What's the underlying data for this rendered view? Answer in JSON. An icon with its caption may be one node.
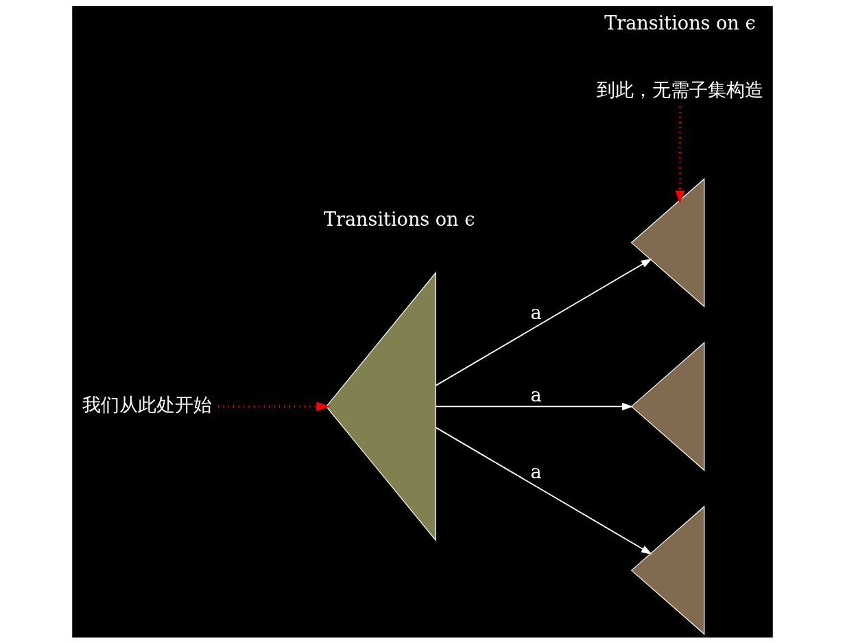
{
  "diagram": {
    "nodes": [
      {
        "text": [],
        "shape": "triangle"
      },
      {
        "text": [],
        "shape": "triangle"
      },
      {
        "text": [],
        "shape": "triangle"
      },
      {
        "text": [],
        "shape": "triangle"
      },
      {
        "text": [
          "我们从此处开始"
        ]
      },
      {
        "text": [
          "到此，无需子集构造"
        ]
      }
    ],
    "edges": [
      {
        "from": 0,
        "to": 1,
        "arrow": "to",
        "label": "a"
      },
      {
        "from": 0,
        "to": 2,
        "arrow": "to",
        "label": "a"
      },
      {
        "from": 0,
        "to": 3,
        "arrow": "to",
        "label": "a"
      },
      {
        "from": 4,
        "to": 0,
        "arrow": "to",
        "style": "dashed",
        "color": "#ff0000"
      },
      {
        "from": 5,
        "to": 1,
        "arrow": "to",
        "style": "dashed",
        "color": "#ff0000"
      }
    ],
    "labels": [
      "Transitions on ϵ",
      "Transitions on ϵ"
    ]
  }
}
